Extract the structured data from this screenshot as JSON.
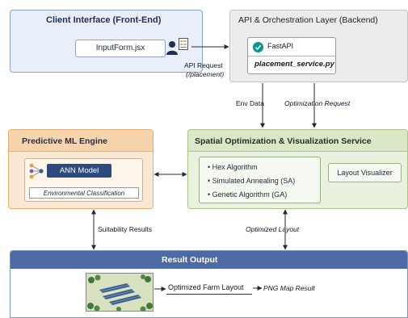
{
  "client": {
    "title": "Client Interface (Front-End)",
    "file": "InputForm.jsx"
  },
  "api": {
    "title": "API & Orchestration Layer (Backend)",
    "framework": "FastAPI",
    "service": "placement_service.py"
  },
  "edges": {
    "api_request": "API Request",
    "api_request_path": "(/placement)",
    "env_data": "Env Data",
    "optimization_request": "Optimization Request",
    "suitability_results": "Suitability Results",
    "optimized_layout": "Optimized Layout"
  },
  "ml": {
    "title": "Predictive ML Engine",
    "model": "ANN Model",
    "classification": "Environmental Classification"
  },
  "spatial": {
    "title": "Spatial Optimization & Visualization Service",
    "algorithms": [
      "Hex Algorithm",
      "Simulated Annealing (SA)",
      "Genetic Algorithm (GA)"
    ],
    "visualizer": "Layout Visualizer"
  },
  "result": {
    "title": "Result Output",
    "layout_label": "Optimized Farm Layout",
    "png_label": "PNG Map Result"
  },
  "colors": {
    "client_bg": "#e9eff9",
    "client_border": "#8ea4cc",
    "api_bg": "#ececec",
    "ml_bg": "#fbe8d2",
    "ml_border": "#e4ae74",
    "spatial_bg": "#e9f1df",
    "spatial_border": "#a9c58d",
    "result_header": "#4c6aa4"
  }
}
